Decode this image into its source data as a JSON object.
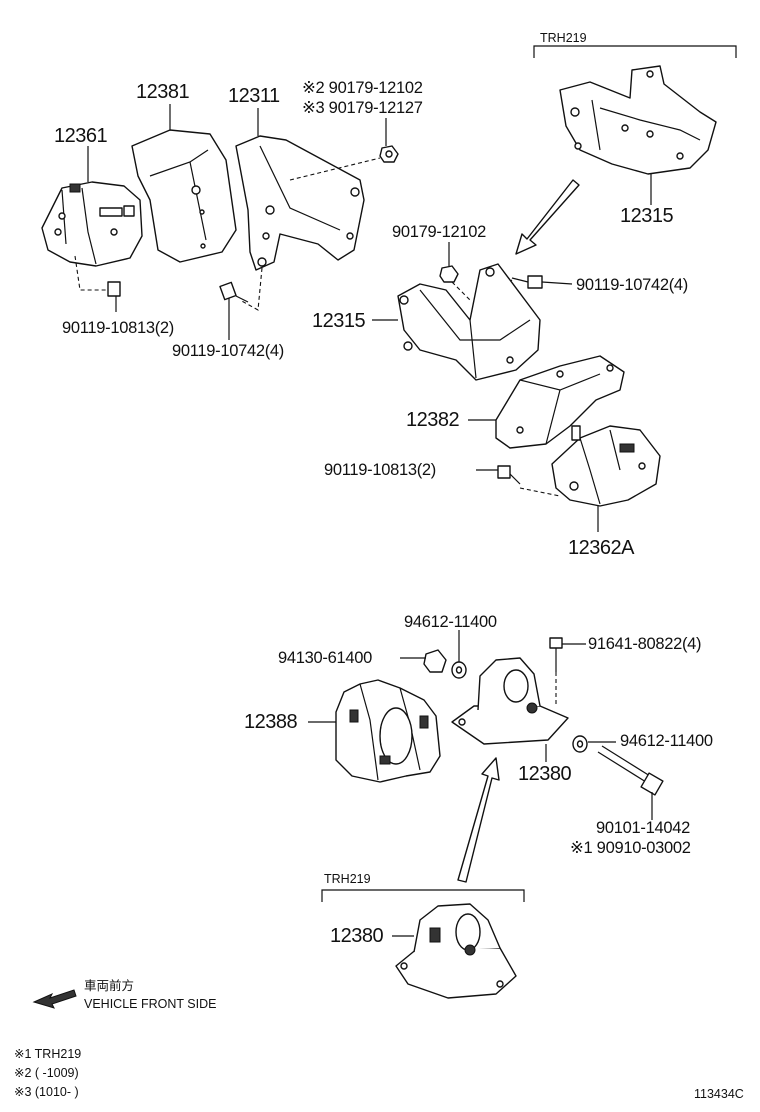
{
  "labels": {
    "trh219_top": "TRH219",
    "trh219_bottom": "TRH219",
    "p12381": "12381",
    "p12311": "12311",
    "p12361": "12361",
    "note2_pn": "※2 90179-12102",
    "note3_pn": "※3 90179-12127",
    "p12315_top": "12315",
    "p90179_12102": "90179-12102",
    "p90119_10742_4_right": "90119-10742(4)",
    "p12315_mid": "12315",
    "p90119_10813_2_left": "90119-10813(2)",
    "p90119_10742_4_left": "90119-10742(4)",
    "p12382": "12382",
    "p90119_10813_2_mid": "90119-10813(2)",
    "p12362a": "12362A",
    "p94612_11400_top": "94612-11400",
    "p94130_61400": "94130-61400",
    "p91641_80822_4": "91641-80822(4)",
    "p12388": "12388",
    "p94612_11400_right": "94612-11400",
    "p12380_mid": "12380",
    "p90101_14042": "90101-14042",
    "note1_pn": "※1 90910-03002",
    "p12380_bottom": "12380",
    "front_jp": "車両前方",
    "front_en": "VEHICLE FRONT SIDE"
  },
  "footnotes": [
    "※1 TRH219",
    "※2 (     -1009)",
    "※3 (1010-     )"
  ],
  "diagram_id": "113434C",
  "icons": [
    "arrow-icon",
    "bolt-icon",
    "nut-icon",
    "washer-icon"
  ]
}
